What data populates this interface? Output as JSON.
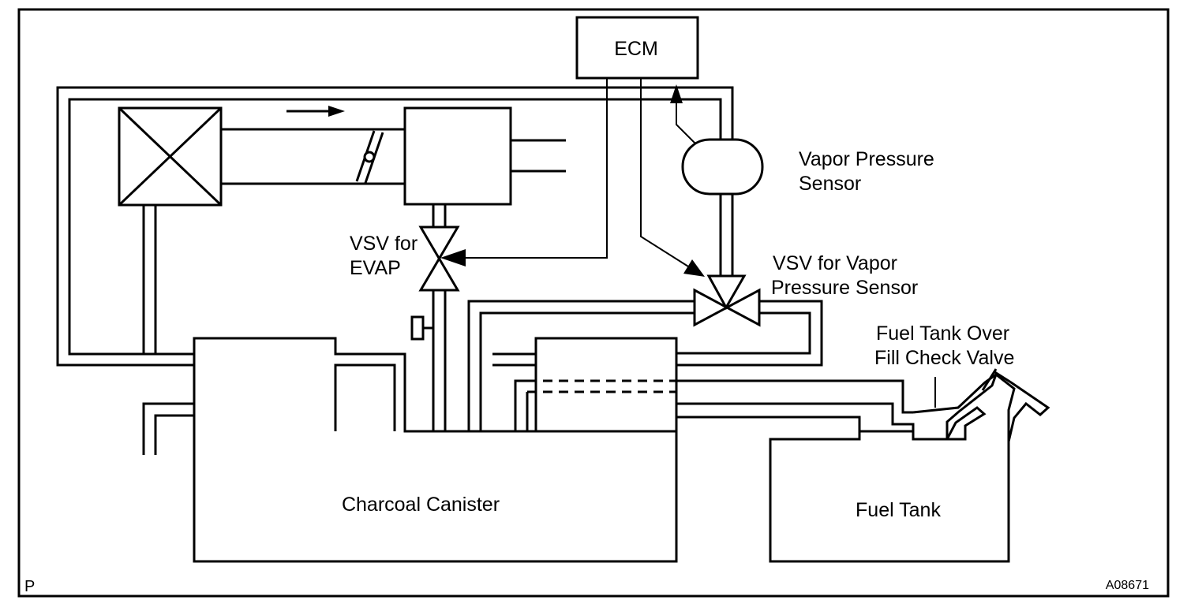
{
  "labels": {
    "ecm": "ECM",
    "vapor_pressure_sensor_line1": "Vapor Pressure",
    "vapor_pressure_sensor_line2": "Sensor",
    "vsv_evap_line1": "VSV for",
    "vsv_evap_line2": "EVAP",
    "vsv_vapor_line1": "VSV for Vapor",
    "vsv_vapor_line2": "Pressure Sensor",
    "check_valve_line1": "Fuel Tank Over",
    "check_valve_line2": "Fill Check Valve",
    "charcoal_canister": "Charcoal Canister",
    "fuel_tank": "Fuel Tank",
    "corner_left": "P",
    "figure_id": "A08671"
  }
}
